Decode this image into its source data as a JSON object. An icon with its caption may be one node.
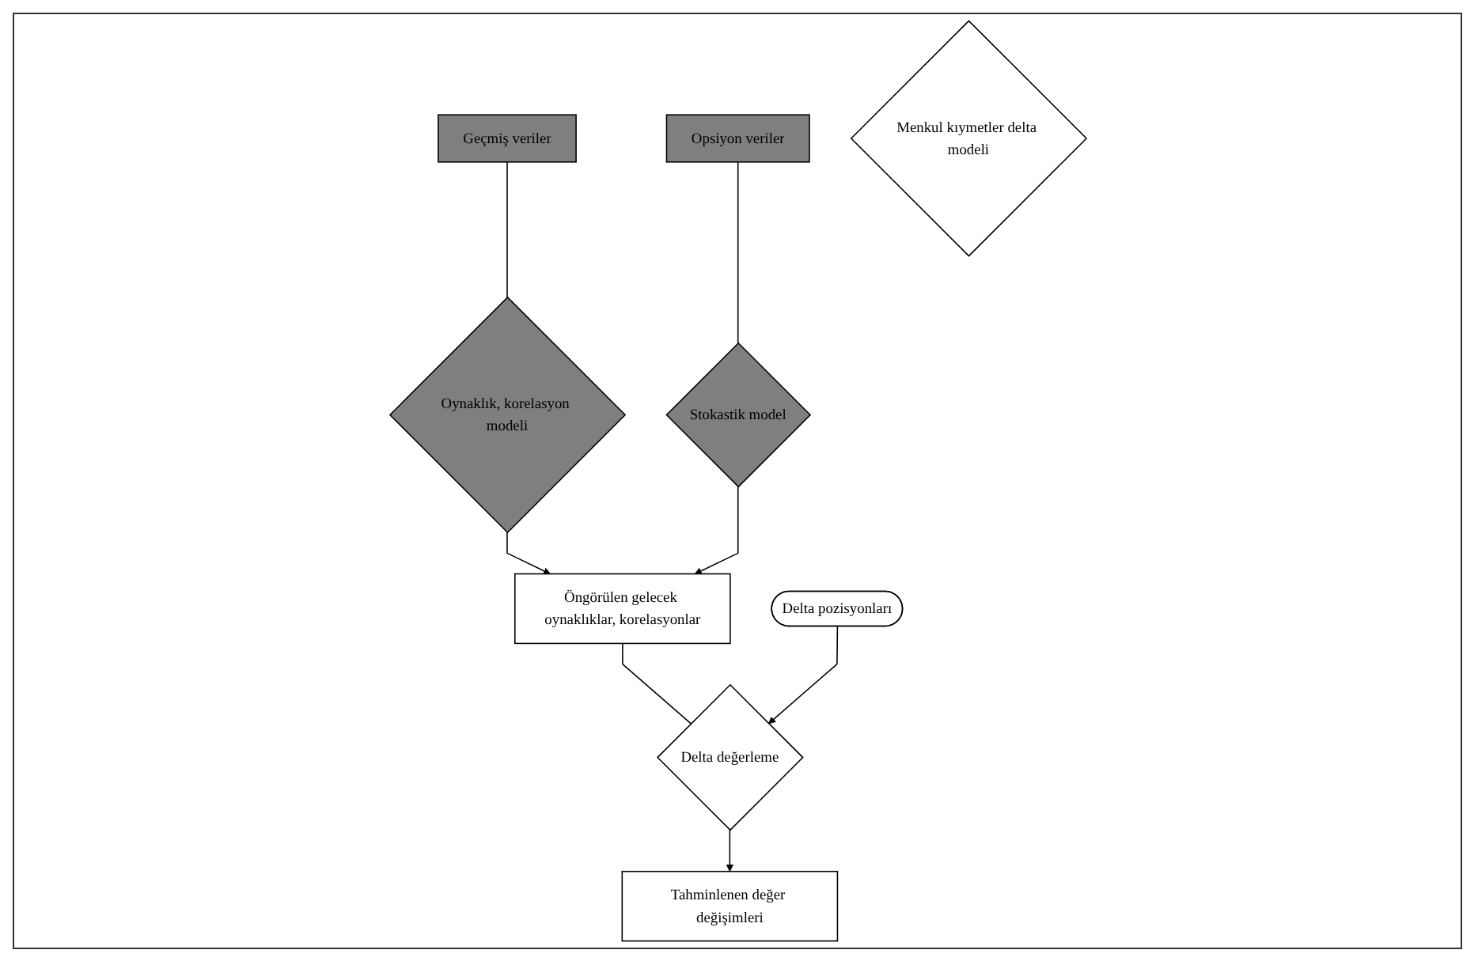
{
  "diagram": {
    "nodes": [
      {
        "text": [
          "Geçmiş veriler"
        ]
      },
      {
        "text": [
          "Opsiyon veriler"
        ]
      },
      {
        "text": [
          "Oynaklık, korelasyon modeli"
        ]
      },
      {
        "text": [
          "Stokastik model"
        ]
      },
      {
        "text": [
          "Öngörülen gelecek oynaklıklar, korelasyonlar"
        ]
      },
      {
        "text": [
          "Menkul kıymetler delta modeli"
        ]
      },
      {
        "text": [
          "Delta değerleme"
        ]
      },
      {
        "text": [
          "Delta pozisyonları"
        ]
      },
      {
        "text": [
          "Tahminlenen değer değişimleri"
        ]
      }
    ],
    "edges": [
      {
        "from": 0,
        "to": 2,
        "arrow": "none"
      },
      {
        "from": 1,
        "to": 3,
        "arrow": "none"
      },
      {
        "from": 2,
        "to": 4,
        "arrow": "to"
      },
      {
        "from": 3,
        "to": 4,
        "arrow": "to"
      },
      {
        "from": 4,
        "to": 6,
        "arrow": "none"
      },
      {
        "from": 7,
        "to": 6,
        "arrow": "to"
      },
      {
        "from": 6,
        "to": 8,
        "arrow": "to"
      }
    ]
  }
}
